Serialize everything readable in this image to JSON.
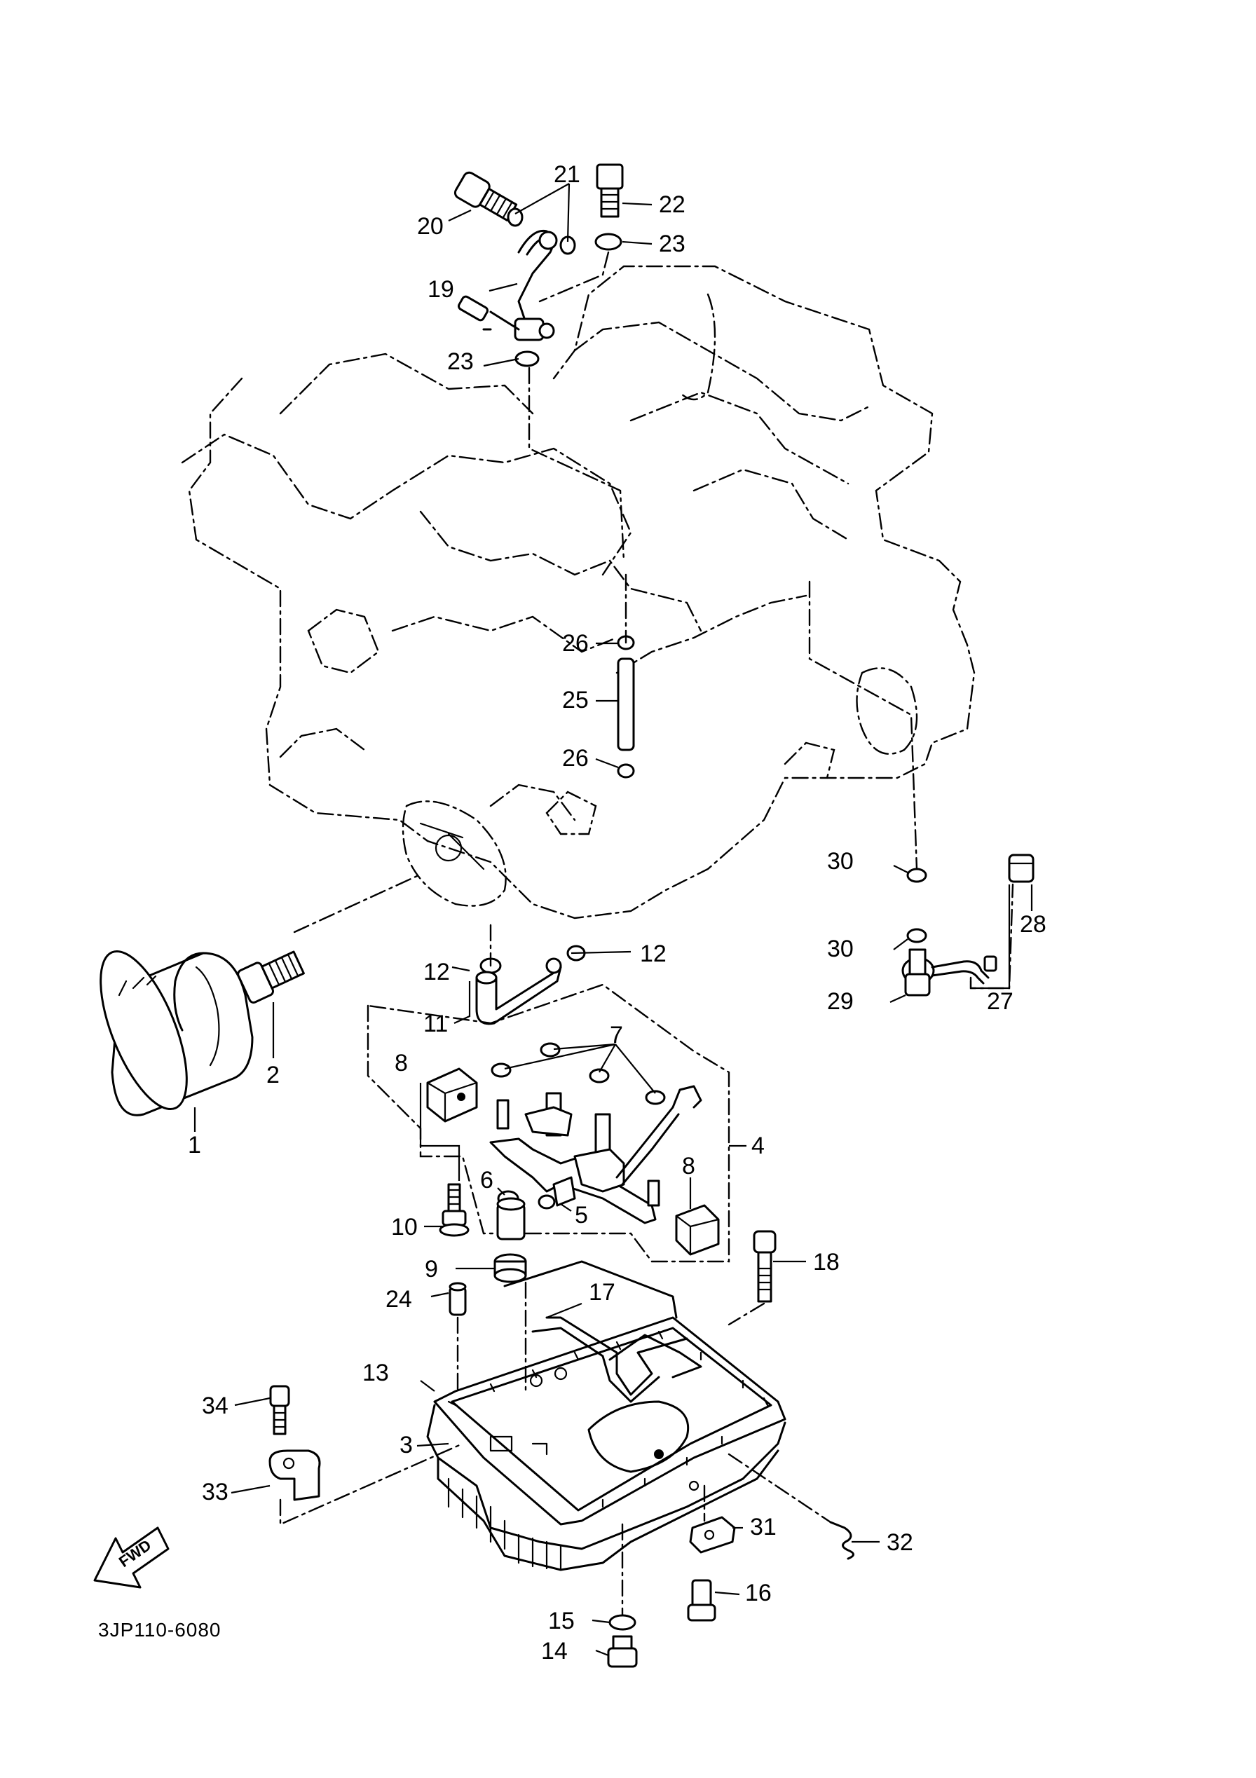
{
  "diagram": {
    "code": "3JP110-6080",
    "fwd_label": "FWD",
    "callouts": [
      "1",
      "2",
      "3",
      "4",
      "5",
      "6",
      "7",
      "8",
      "8",
      "9",
      "10",
      "11",
      "12",
      "12",
      "13",
      "14",
      "15",
      "16",
      "17",
      "18",
      "19",
      "20",
      "21",
      "22",
      "23",
      "23",
      "24",
      "25",
      "26",
      "26",
      "27",
      "28",
      "29",
      "30",
      "30",
      "31",
      "32",
      "33",
      "34"
    ]
  }
}
